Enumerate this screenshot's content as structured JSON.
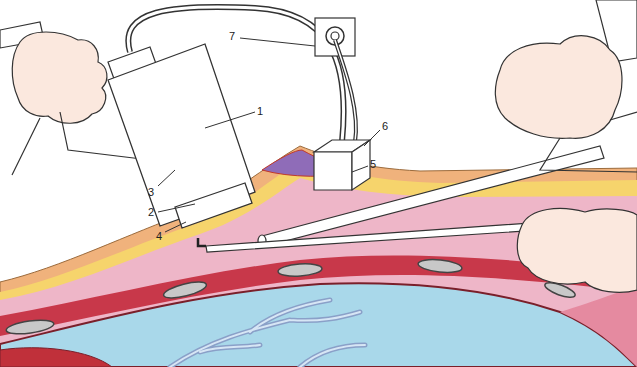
{
  "diagram": {
    "labels": [
      "7",
      "1",
      "6",
      "5",
      "3",
      "2",
      "4"
    ]
  }
}
